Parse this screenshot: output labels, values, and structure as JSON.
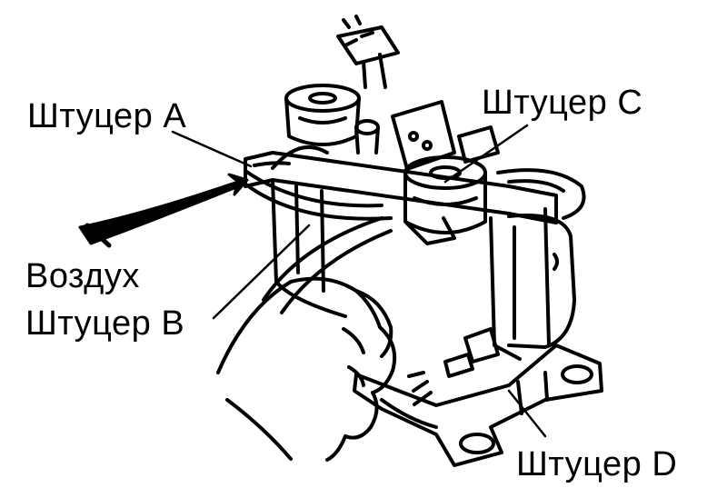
{
  "labels": {
    "port_a": "Штуцер А",
    "port_c": "Штуцер С",
    "air": "Воздух",
    "port_b": "Штуцер B",
    "port_d": "Штуцер D"
  },
  "colors": {
    "ink": "#000000",
    "paper": "#ffffff"
  }
}
